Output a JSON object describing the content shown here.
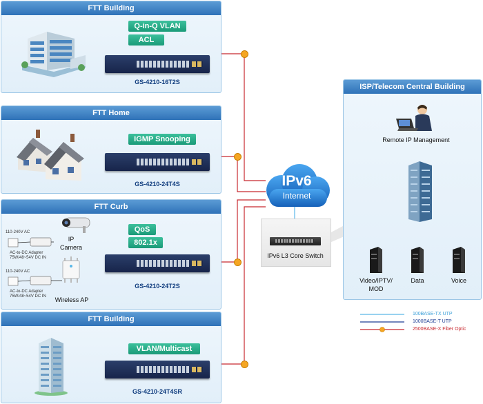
{
  "panels": {
    "ftt_building_top": "FTT Building",
    "ftt_home": "FTT Home",
    "ftt_curb": "FTT Curb",
    "ftt_building_bottom": "FTT Building",
    "isp": "ISP/Telecom Central Building"
  },
  "tags": {
    "qinq": "Q-in-Q VLAN",
    "acl": "ACL",
    "igmp": "IGMP Snooping",
    "qos": "QoS",
    "dot1x": "802.1x",
    "vlan_multicast": "VLAN/Multicast"
  },
  "switches": {
    "s1": "GS-4210-16T2S",
    "s2": "GS-4210-24T4S",
    "s3": "GS-4210-24T2S",
    "s4": "GS-4210-24T4SR"
  },
  "curb": {
    "ac_1": "110-240V AC",
    "adapter_1a": "AC-to-DC Adapter",
    "adapter_1b": "75W/48~54V DC IN",
    "ip_camera_a": "IP",
    "ip_camera_b": "Camera",
    "ac_2": "110-240V AC",
    "adapter_2a": "AC-to-DC Adapter",
    "adapter_2b": "75W/48~54V DC IN",
    "wireless_ap": "Wireless AP"
  },
  "cloud": {
    "title": "IPv6",
    "subtitle": "Internet"
  },
  "core": {
    "label": "IPv6 L3 Core Switch"
  },
  "isp": {
    "remote": "Remote IP Management",
    "video_a": "Video/IPTV/",
    "video_b": "MOD",
    "data": "Data",
    "voice": "Voice"
  },
  "legend": {
    "utp_tx": "100BASE-TX UTP",
    "utp_t": "1000BASE-T UTP",
    "fiber": "2500BASE-X Fiber Optic"
  },
  "colors": {
    "utp_tx": "#5bb8e8",
    "utp_t": "#1f3f95",
    "fiber": "#c8282f",
    "header": "#3a80c4",
    "tag": "#20a882"
  }
}
